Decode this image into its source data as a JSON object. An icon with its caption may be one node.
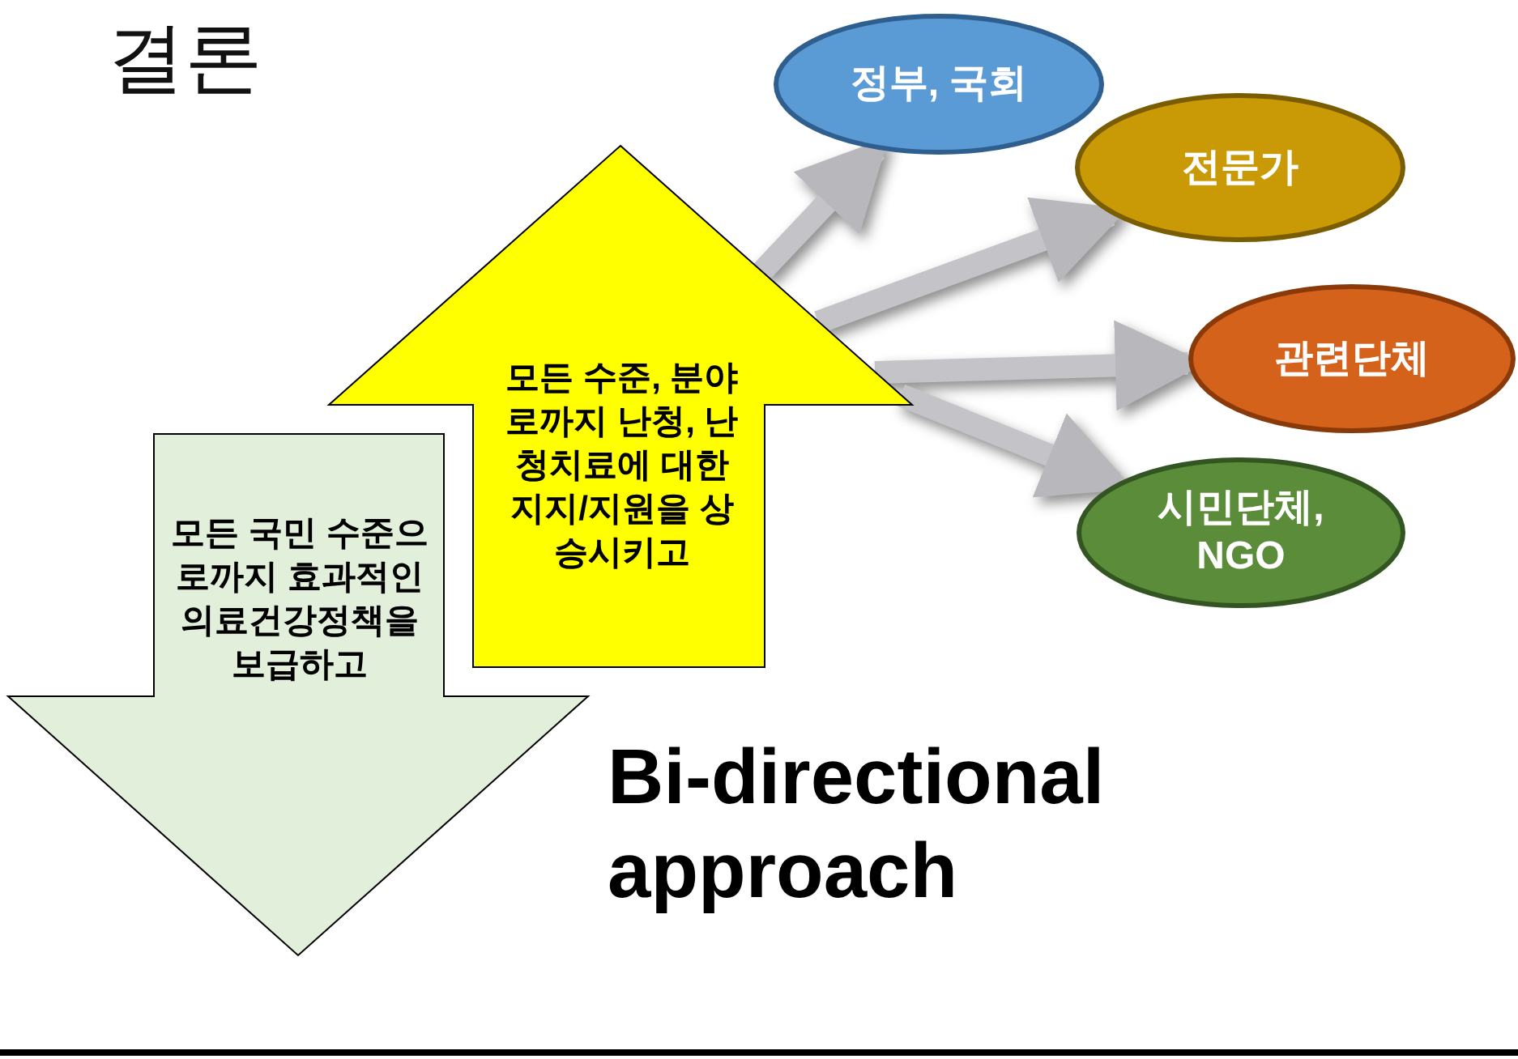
{
  "diagram": {
    "title": "결론",
    "nodes": [
      {
        "text": [
          "모든 국민 수준으로까지 효과적인 의료건강정책을 보급하고"
        ]
      },
      {
        "text": [
          "모든 수준, 분야로까지 난청, 난청치료에 대한 지지/지원을 상승시키고"
        ]
      },
      {
        "text": [
          "정부, 국회"
        ]
      },
      {
        "text": [
          "전문가"
        ]
      },
      {
        "text": [
          "관련단체"
        ]
      },
      {
        "text": [
          "시민단체, NGO"
        ]
      }
    ],
    "edges": [
      {
        "from": 1,
        "to": 2,
        "arrow": "to"
      },
      {
        "from": 1,
        "to": 3,
        "arrow": "to"
      },
      {
        "from": 1,
        "to": 4,
        "arrow": "to"
      },
      {
        "from": 1,
        "to": 5,
        "arrow": "to"
      }
    ],
    "labels": [
      "Bi-directional approach"
    ]
  }
}
